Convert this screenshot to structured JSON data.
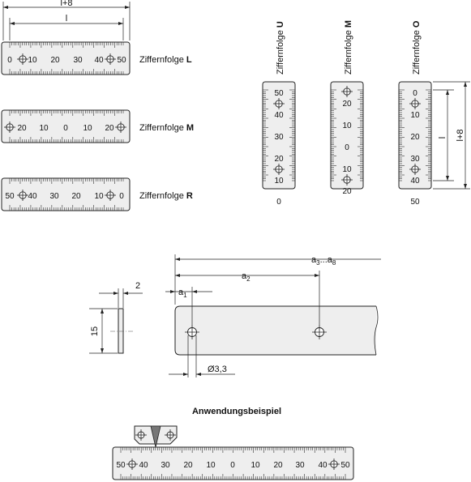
{
  "dimensions": {
    "l_plus_8": "l+8",
    "l": "l",
    "a1": "a",
    "a1_sub": "1",
    "a2": "a",
    "a2_sub": "2",
    "a3a8_pre": "a",
    "a3a8_sub1": "3",
    "a3a8_mid": "...a",
    "a3a8_sub2": "8",
    "thickness": "2",
    "width": "15",
    "hole_dia": "Ø3,3"
  },
  "horizontal_scales": [
    {
      "prefix": "Ziffernfolge ",
      "variant": "L",
      "numbers": [
        "0",
        "10",
        "20",
        "30",
        "40",
        "50"
      ],
      "holes_at": [
        "10",
        "40"
      ]
    },
    {
      "prefix": "Ziffernfolge ",
      "variant": "M",
      "numbers": [
        "20",
        "10",
        "0",
        "10",
        "20"
      ],
      "holes_at": [
        "left-end",
        "right-end"
      ]
    },
    {
      "prefix": "Ziffernfolge ",
      "variant": "R",
      "numbers": [
        "50",
        "40",
        "30",
        "20",
        "10",
        "0"
      ],
      "holes_at": [
        "40",
        "10"
      ]
    }
  ],
  "vertical_scales": [
    {
      "prefix": "Ziffernfolge ",
      "variant": "U",
      "numbers": [
        "50",
        "40",
        "30",
        "20",
        "10",
        "0"
      ]
    },
    {
      "prefix": "Ziffernfolge ",
      "variant": "M",
      "numbers": [
        "20",
        "10",
        "0",
        "10",
        "20"
      ]
    },
    {
      "prefix": "Ziffernfolge ",
      "variant": "O",
      "numbers": [
        "0",
        "10",
        "20",
        "30",
        "40",
        "50"
      ]
    }
  ],
  "example": {
    "title": "Anwendungsbeispiel",
    "numbers": [
      "50",
      "40",
      "30",
      "20",
      "10",
      "0",
      "10",
      "20",
      "30",
      "40",
      "50"
    ]
  },
  "colors": {
    "scale_fill": "#eeeeee",
    "line": "#222222",
    "pointer": "#777777"
  }
}
